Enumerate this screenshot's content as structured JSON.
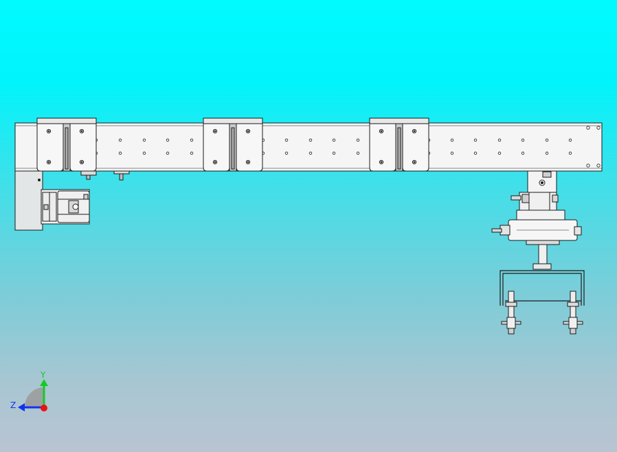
{
  "viewport": {
    "background_top": "#00fbff",
    "background_bottom": "#b9c4d2"
  },
  "model": {
    "part_fill": "#f4f4f4",
    "part_stroke": "#1a1a1a",
    "shade_fill": "#c9c9c9",
    "mount_bracket_count": 3,
    "beam_hole_rows": 2
  },
  "triad": {
    "y_label": "Y",
    "z_label": "Z",
    "y_color": "#11cc22",
    "z_color": "#1133ee",
    "x_color": "#ee1111",
    "arc_color": "#9a9a9a"
  }
}
